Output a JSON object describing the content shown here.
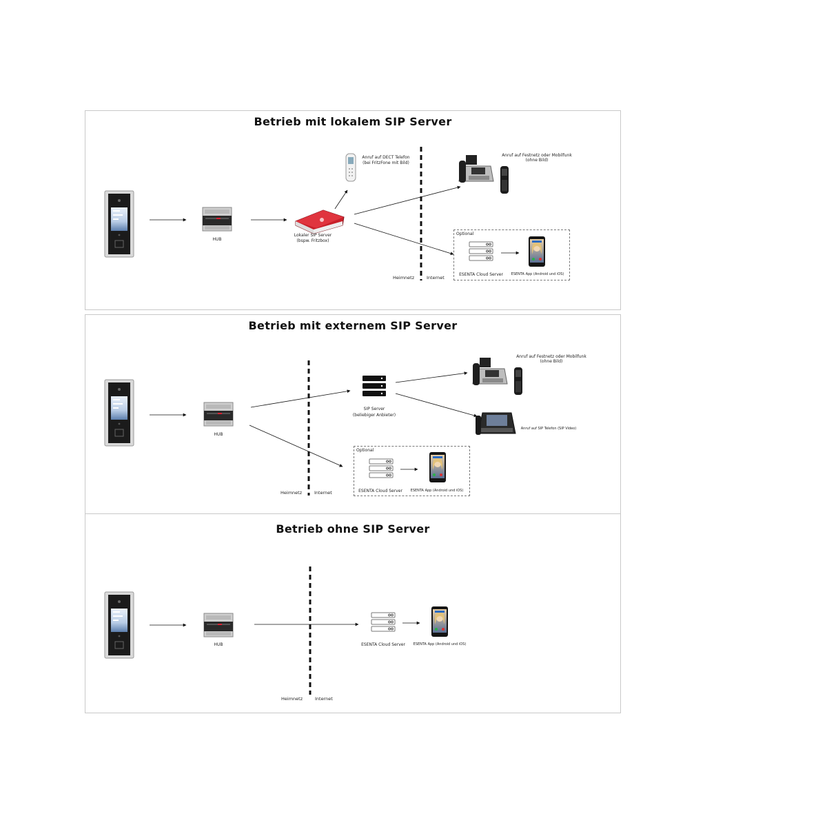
{
  "panels": [
    {
      "title": "Betrieb mit lokalem SIP Server",
      "hub": "HUB",
      "sip_local": "Lokaler SIP Server",
      "sip_local_sub": "(bspw. Fritzbox)",
      "dect": "Anruf auf DECT Telefon",
      "dect_sub": "(bei FritzFone mit Bild)",
      "festnetz": "Anruf auf Festnetz oder Mobilfunk",
      "festnetz_sub": "(ohne Bild)",
      "optional": "Optional",
      "cloud": "ESENTA Cloud Server",
      "app": "ESENTA App (Android und iOS)",
      "heimnetz": "Heimnetz",
      "internet": "Internet"
    },
    {
      "title": "Betrieb mit externem SIP Server",
      "hub": "HUB",
      "sip_ext": "SIP Server",
      "sip_ext_sub": "(beliebiger Anbieter)",
      "festnetz": "Anruf auf Festnetz oder Mobilfunk",
      "festnetz_sub": "(ohne Bild)",
      "sip_video": "Anruf auf SIP Telefon (SIP Video)",
      "optional": "Optional",
      "cloud": "ESENTA Cloud Server",
      "app": "ESENTA App (Android und iOS)",
      "heimnetz": "Heimnetz",
      "internet": "Internet"
    },
    {
      "title": "Betrieb ohne SIP Server",
      "hub": "HUB",
      "cloud": "ESENTA Cloud Server",
      "app": "ESENTA App (Android und iOS)",
      "heimnetz": "Heimnetz",
      "internet": "Internet"
    }
  ],
  "colors": {
    "router_red": "#c8202a",
    "line": "#111111",
    "border": "#c8c8c8"
  }
}
